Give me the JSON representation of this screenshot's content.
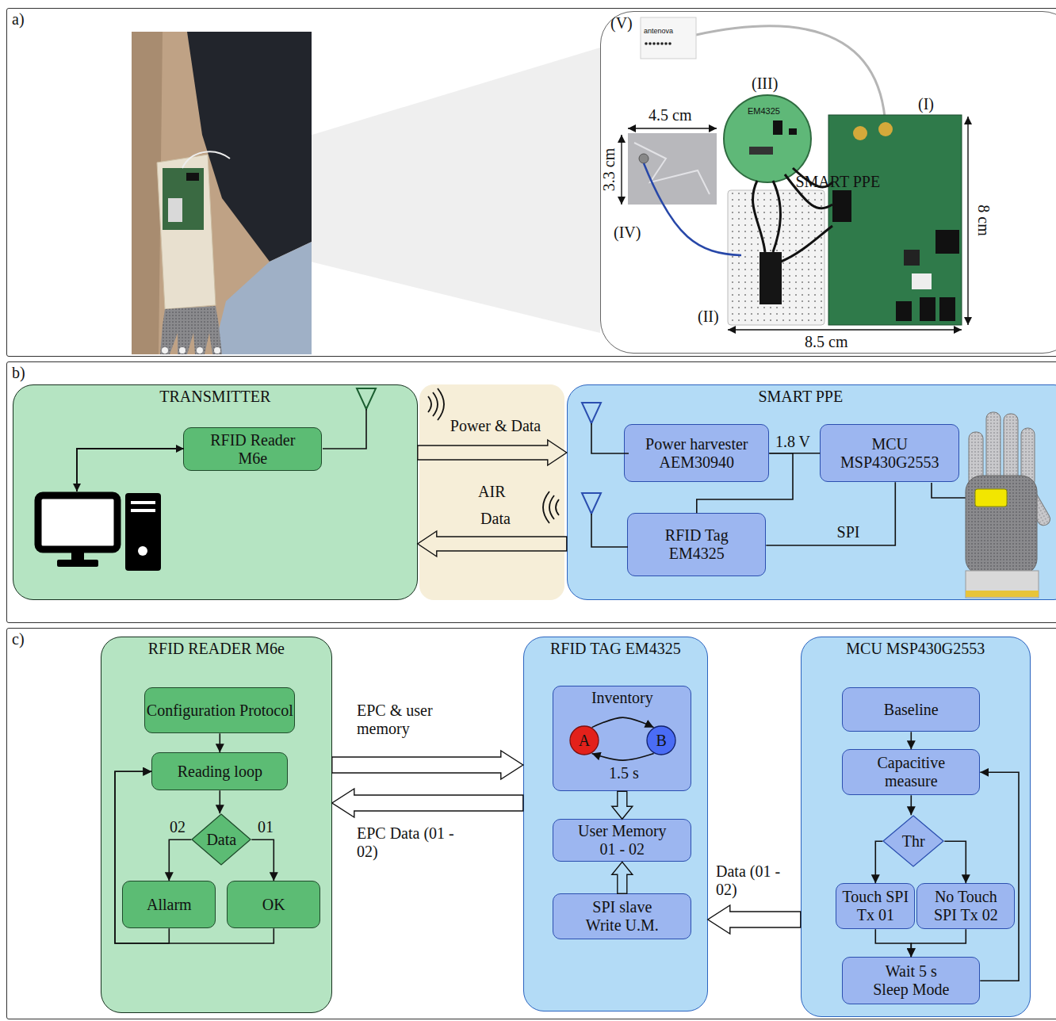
{
  "diagram": {
    "nodes": [
      {
        "text": [
          "a)"
        ]
      },
      {
        "text": [
          "SMART PPE"
        ],
        "in": 0
      },
      {
        "text": [
          "b)"
        ]
      },
      {
        "text": [
          "TRANSMITTER"
        ],
        "in": 2
      },
      {
        "text": [
          "RFID Reader M6e"
        ],
        "in": 3
      },
      {
        "text": [
          "AIR"
        ],
        "in": 2
      },
      {
        "text": [
          "SMART PPE"
        ],
        "in": 2
      },
      {
        "text": [
          "Power harvester AEM30940"
        ],
        "in": 6
      },
      {
        "text": [
          "MCU MSP430G2553"
        ],
        "in": 6
      },
      {
        "text": [
          "RFID Tag EM4325"
        ],
        "in": 6
      },
      {
        "text": [
          "c)"
        ]
      },
      {
        "text": [
          "RFID READER M6e"
        ],
        "in": 10
      },
      {
        "text": [
          "Configuration Protocol"
        ],
        "in": 11
      },
      {
        "text": [
          "Reading loop"
        ],
        "in": 11
      },
      {
        "text": [
          "Data"
        ],
        "in": 11
      },
      {
        "text": [
          "Allarm"
        ],
        "in": 11
      },
      {
        "text": [
          "OK"
        ],
        "in": 11
      },
      {
        "text": [
          "RFID TAG EM4325"
        ],
        "in": 10
      },
      {
        "text": [
          "Inventory"
        ],
        "in": 17
      },
      {
        "text": [
          "A"
        ],
        "in": 18
      },
      {
        "text": [
          "B"
        ],
        "in": 18
      },
      {
        "text": [
          "User Memory 01 - 02"
        ],
        "in": 17
      },
      {
        "text": [
          "SPI slave Write U.M."
        ],
        "in": 17
      },
      {
        "text": [
          "MCU MSP430G2553"
        ],
        "in": 10
      },
      {
        "text": [
          "Baseline"
        ],
        "in": 23
      },
      {
        "text": [
          "Capacitive measure"
        ],
        "in": 23
      },
      {
        "text": [
          "Thr"
        ],
        "in": 23
      },
      {
        "text": [
          "Touch SPI Tx 01"
        ],
        "in": 23
      },
      {
        "text": [
          "No Touch SPI Tx 02"
        ],
        "in": 23
      },
      {
        "text": [
          "Wait 5 s Sleep Mode"
        ],
        "in": 23
      }
    ],
    "edges": [
      {
        "from": 3,
        "to": 6,
        "label": "Power & Data",
        "arrow": "to"
      },
      {
        "from": 6,
        "to": 3,
        "label": "Data",
        "arrow": "to"
      },
      {
        "from": 7,
        "to": 8,
        "label": "1.8 V",
        "arrow": "none"
      },
      {
        "from": 7,
        "to": 9,
        "arrow": "none"
      },
      {
        "from": 8,
        "to": 9,
        "label": "SPI",
        "arrow": "none"
      },
      {
        "from": 12,
        "to": 13,
        "arrow": "to"
      },
      {
        "from": 13,
        "to": 14,
        "arrow": "to"
      },
      {
        "from": 14,
        "to": 15,
        "label": "02",
        "arrow": "to"
      },
      {
        "from": 14,
        "to": 16,
        "label": "01",
        "arrow": "to"
      },
      {
        "from": 15,
        "to": 13,
        "arrow": "to"
      },
      {
        "from": 16,
        "to": 13,
        "arrow": "to"
      },
      {
        "from": 11,
        "to": 17,
        "label": "EPC & user memory",
        "arrow": "to"
      },
      {
        "from": 17,
        "to": 11,
        "label": "EPC Data (01 - 02)",
        "arrow": "to"
      },
      {
        "from": 19,
        "to": 20,
        "arrow": "to"
      },
      {
        "from": 20,
        "to": 19,
        "label": "1.5 s",
        "arrow": "to"
      },
      {
        "from": 18,
        "to": 21,
        "arrow": "to"
      },
      {
        "from": 22,
        "to": 21,
        "arrow": "to"
      },
      {
        "from": 23,
        "to": 17,
        "label": "Data (01 - 02)",
        "arrow": "to"
      },
      {
        "from": 24,
        "to": 25,
        "arrow": "to"
      },
      {
        "from": 25,
        "to": 26,
        "arrow": "to"
      },
      {
        "from": 26,
        "to": 27,
        "arrow": "to"
      },
      {
        "from": 26,
        "to": 28,
        "arrow": "to"
      },
      {
        "from": 27,
        "to": 29,
        "arrow": "to"
      },
      {
        "from": 28,
        "to": 29,
        "arrow": "to"
      },
      {
        "from": 29,
        "to": 25,
        "arrow": "to"
      }
    ],
    "labels": [
      "(V)",
      "antenova",
      "(III)",
      "EM4325",
      "(I)",
      "4.5 cm",
      "3.3 cm",
      "(IV)",
      "(II)",
      "8 cm",
      "8.5 cm"
    ]
  }
}
